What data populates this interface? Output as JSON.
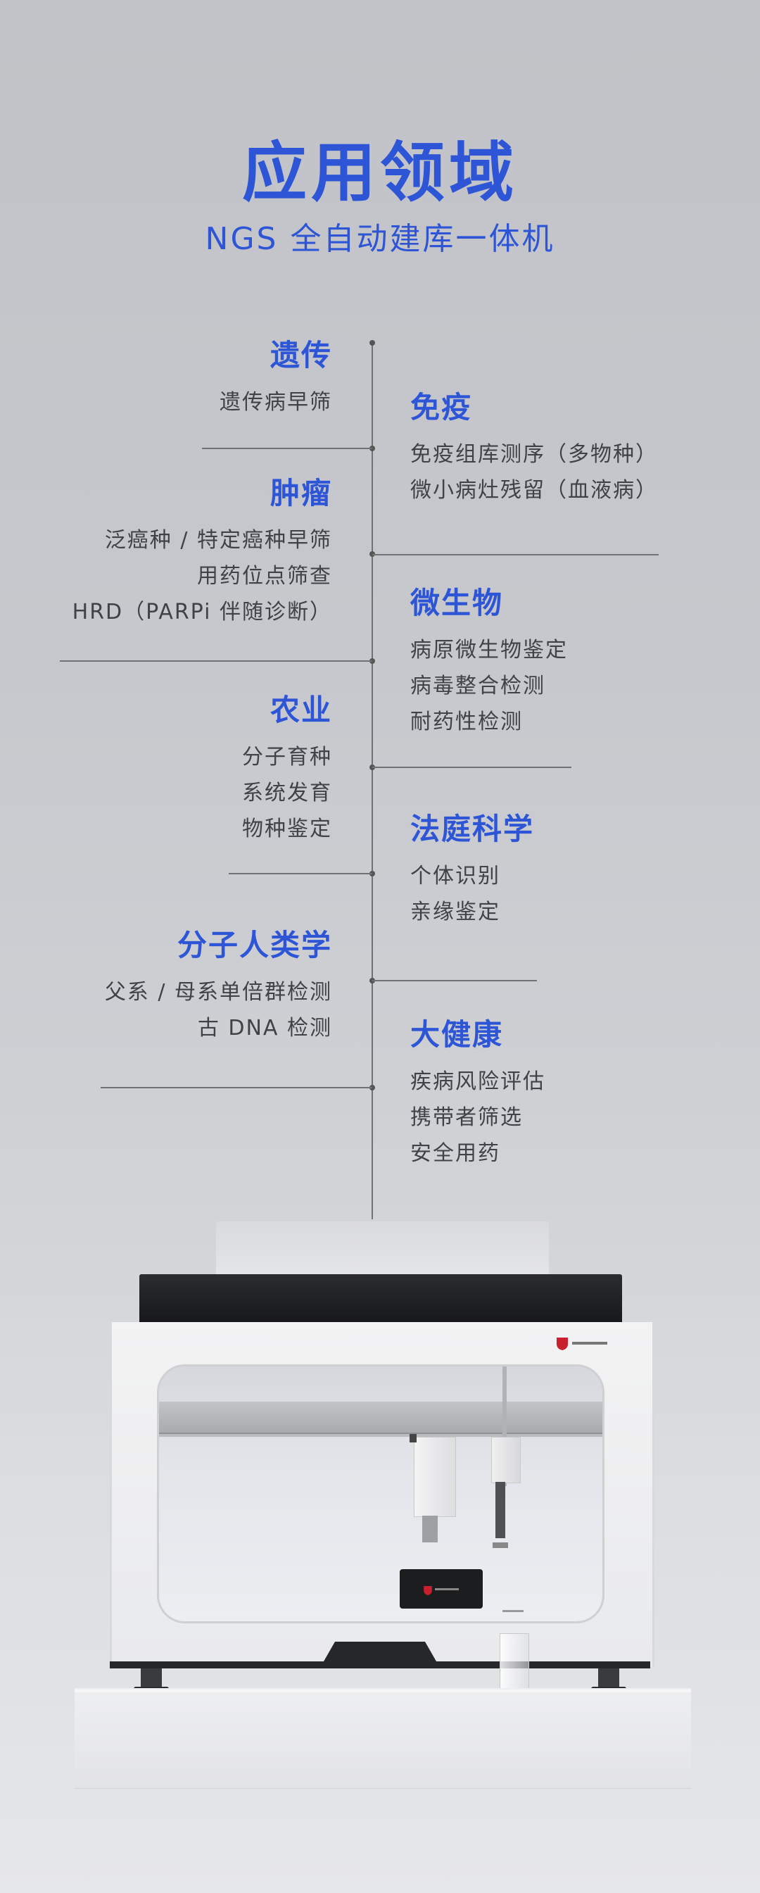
{
  "header": {
    "title": "应用领域",
    "subtitle": "NGS 全自动建库一体机"
  },
  "categories_left": [
    {
      "name": "遗传",
      "items": [
        "遗传病早筛"
      ]
    },
    {
      "name": "肿瘤",
      "items": [
        "泛癌种 / 特定癌种早筛",
        "用药位点筛查",
        "HRD（PARPi 伴随诊断）"
      ]
    },
    {
      "name": "农业",
      "items": [
        "分子育种",
        "系统发育",
        "物种鉴定"
      ]
    },
    {
      "name": "分子人类学",
      "items": [
        "父系 / 母系单倍群检测",
        "古 DNA 检测"
      ]
    }
  ],
  "categories_right": [
    {
      "name": "免疫",
      "items": [
        "免疫组库测序（多物种）",
        "微小病灶残留（血液病）"
      ]
    },
    {
      "name": "微生物",
      "items": [
        "病原微生物鉴定",
        "病毒整合检测",
        "耐药性检测"
      ]
    },
    {
      "name": "法庭科学",
      "items": [
        "个体识别",
        "亲缘鉴定"
      ]
    },
    {
      "name": "大健康",
      "items": [
        "疾病风险评估",
        "携带者筛选",
        "安全用药"
      ]
    }
  ],
  "colors": {
    "accent": "#2d55d6",
    "text": "#3f4246",
    "brand_red": "#c8202f"
  },
  "machine": {
    "brand_icon": "shield-logo-icon"
  }
}
